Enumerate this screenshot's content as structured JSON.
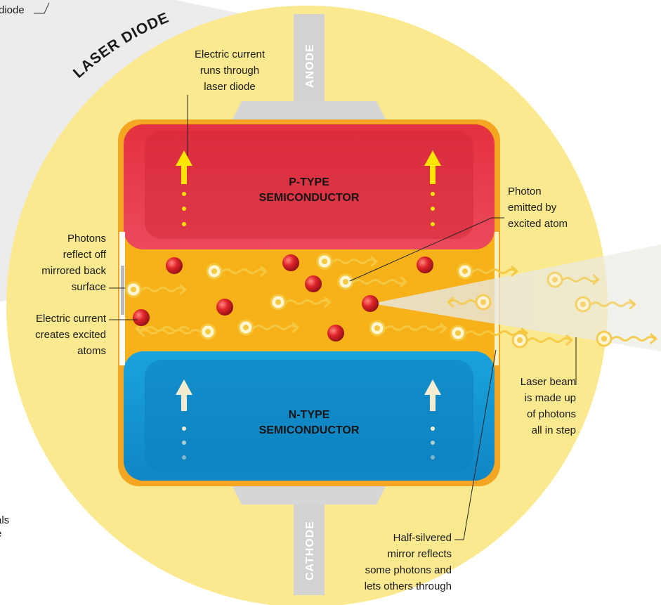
{
  "title": "LASER DIODE",
  "corner_label_top": "diode",
  "corner_label_bottom": [
    "als",
    "e"
  ],
  "terminals": {
    "anode": "ANODE",
    "cathode": "CATHODE"
  },
  "layers": {
    "p_type": [
      "P-TYPE",
      "SEMICONDUCTOR"
    ],
    "n_type": [
      "N-TYPE",
      "SEMICONDUCTOR"
    ]
  },
  "callouts": {
    "electric_current": [
      "Electric current",
      "runs through",
      "laser diode"
    ],
    "photon_emitted": [
      "Photon",
      "emitted by",
      "excited atom"
    ],
    "photons_reflect": [
      "Photons",
      "reflect off",
      "mirrored back",
      "surface"
    ],
    "excited_atoms": [
      "Electric current",
      "creates excited",
      "atoms"
    ],
    "laser_beam": [
      "Laser beam",
      "is made up",
      "of photons",
      "all in step"
    ],
    "half_mirror": [
      "Half-silvered",
      "mirror reflects",
      "some photons and",
      "lets others through"
    ]
  },
  "colors": {
    "background_circle": "#fbe98f",
    "p_type": "#e6394f",
    "n_type": "#1498d4",
    "active_layer": "#f7b21a",
    "terminal": "#cfcfcf",
    "excited_atom": "#d8232a",
    "photon": "#f5c842",
    "current_arrow_p": "#ffe600",
    "current_arrow_n": "#f3ecd0"
  }
}
